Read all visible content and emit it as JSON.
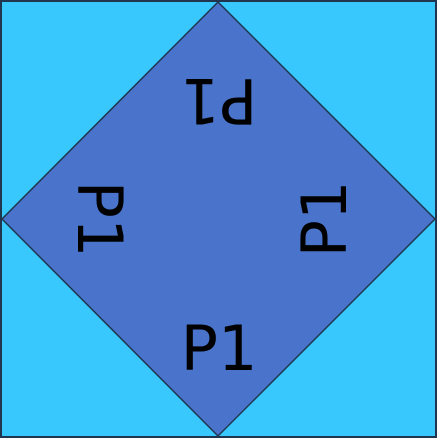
{
  "colors": {
    "background": "#38c8fd",
    "diamond_fill": "#4a74cc",
    "outline": "#1f3550",
    "text": "#000000"
  },
  "labels": {
    "bottom": "P1",
    "left": "P1",
    "top": "P1",
    "right": "P1"
  },
  "top_label_orientation": "rotated-180",
  "left_label_orientation": "rotated-90-clockwise",
  "right_label_orientation": "rotated-90-counterclockwise"
}
